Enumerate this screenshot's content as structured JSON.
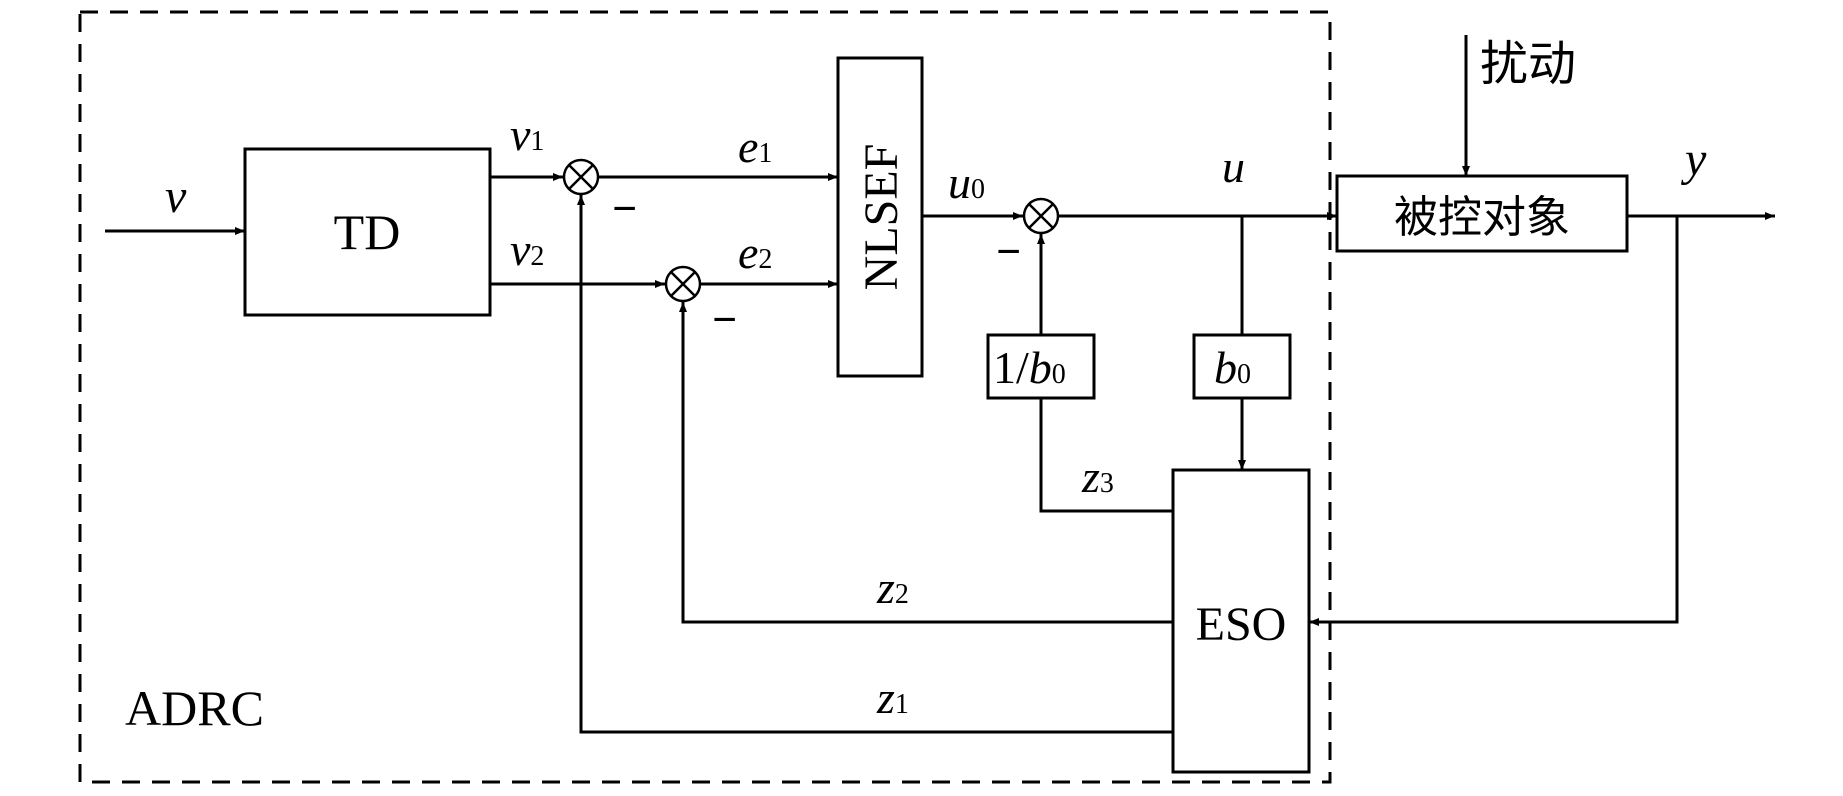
{
  "diagram": {
    "boundary_label": "ADRC",
    "blocks": {
      "td": "TD",
      "nlsef": "NLSEF",
      "eso": "ESO",
      "inv_gain": {
        "num": "1/",
        "sym": "b",
        "sub": "0"
      },
      "gain": {
        "sym": "b",
        "sub": "0"
      },
      "plant": "被控对象"
    },
    "signals": {
      "input": "v",
      "v1": {
        "sym": "v",
        "sub": "1"
      },
      "v2": {
        "sym": "v",
        "sub": "2"
      },
      "e1": {
        "sym": "e",
        "sub": "1"
      },
      "e2": {
        "sym": "e",
        "sub": "2"
      },
      "u0": {
        "sym": "u",
        "sub": "0"
      },
      "u": "u",
      "y": "y",
      "z1": {
        "sym": "z",
        "sub": "1"
      },
      "z2": {
        "sym": "z",
        "sub": "2"
      },
      "z3": {
        "sym": "z",
        "sub": "3"
      },
      "disturbance": "扰动"
    },
    "minus_sign": "−"
  }
}
